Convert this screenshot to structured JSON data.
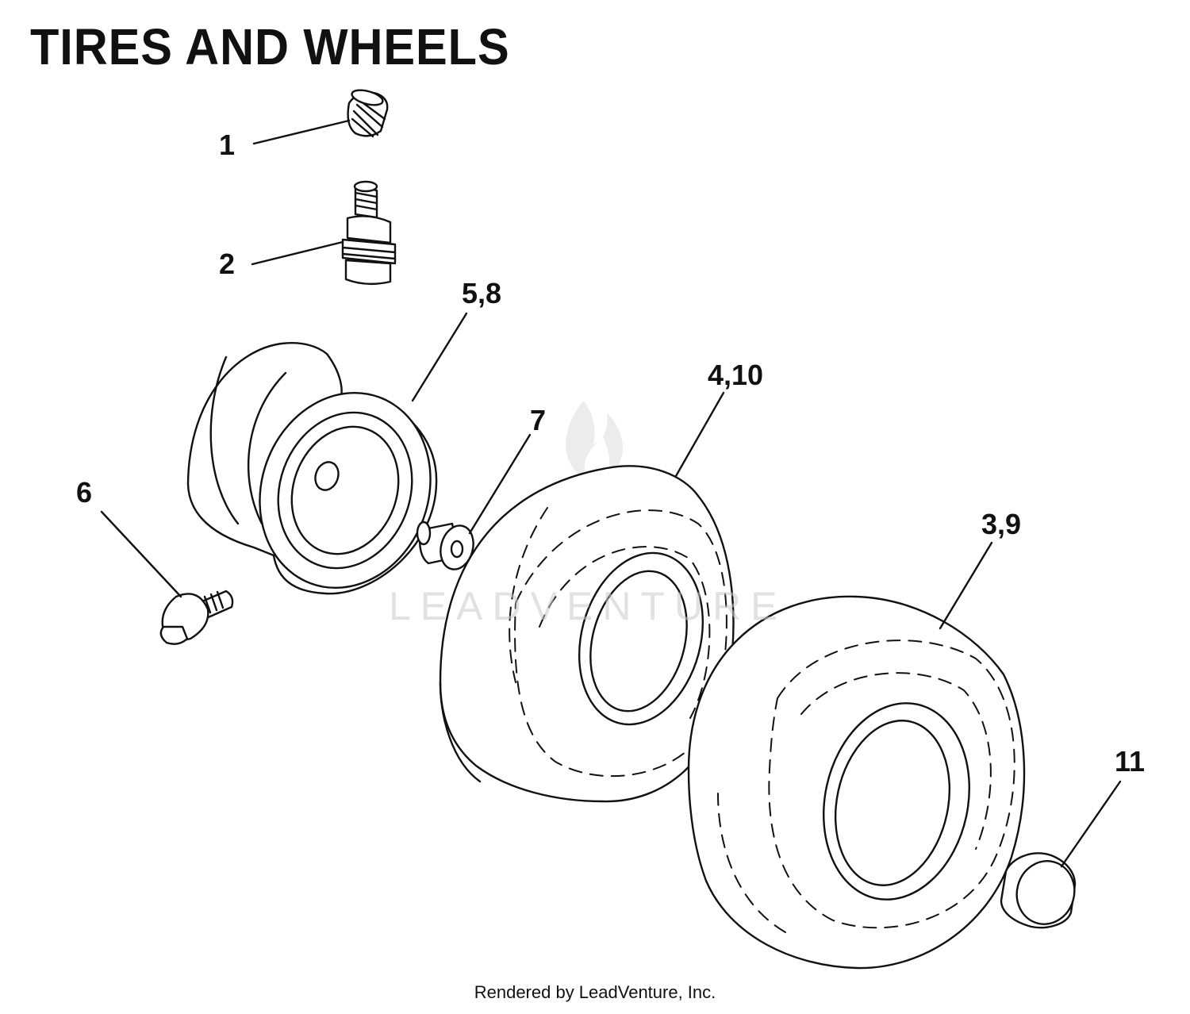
{
  "title": "TIRES AND WHEELS",
  "callouts": {
    "c1": "1",
    "c2": "2",
    "c58": "5,8",
    "c410": "4,10",
    "c7": "7",
    "c6": "6",
    "c39": "3,9",
    "c11": "11"
  },
  "watermark": "LEADVENTURE",
  "footer": "Rendered by LeadVenture, Inc."
}
